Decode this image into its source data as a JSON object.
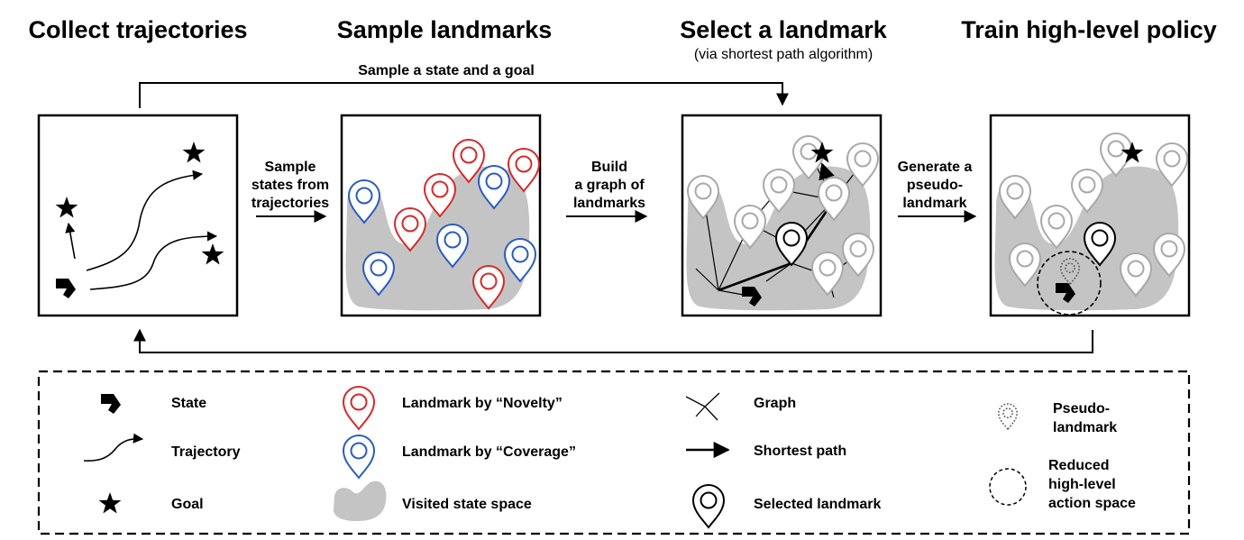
{
  "headings": {
    "collect": "Collect trajectories",
    "sample": "Sample landmarks",
    "select": "Select a landmark",
    "select_sub": "(via shortest path algorithm)",
    "train": "Train high-level policy"
  },
  "flow": {
    "sample_state_goal": "Sample a state and a goal",
    "sample_states_1": "Sample",
    "sample_states_2": "states from",
    "sample_states_3": "trajectories",
    "build_1": "Build",
    "build_2": "a graph of",
    "build_3": "landmarks",
    "generate_1": "Generate a",
    "generate_2": "pseudo-",
    "generate_3": "landmark"
  },
  "legend": {
    "state": "State",
    "trajectory": "Trajectory",
    "goal": "Goal",
    "novelty": "Landmark by “Novelty”",
    "coverage": "Landmark by “Coverage”",
    "visited": "Visited state space",
    "graph": "Graph",
    "shortest": "Shortest path",
    "selected": "Selected landmark",
    "pseudo_1": "Pseudo-",
    "pseudo_2": "landmark",
    "reduced_1": "Reduced",
    "reduced_2": "high-level",
    "reduced_3": "action space"
  },
  "colors": {
    "novelty": "#d42a2a",
    "coverage": "#2a5cc0",
    "region": "#c4c4c4",
    "landmark_gray": "#a8a8a8"
  },
  "icons": [
    "state-icon",
    "goal-star-icon",
    "landmark-pin-icon",
    "graph-icon",
    "dashed-circle-icon"
  ]
}
